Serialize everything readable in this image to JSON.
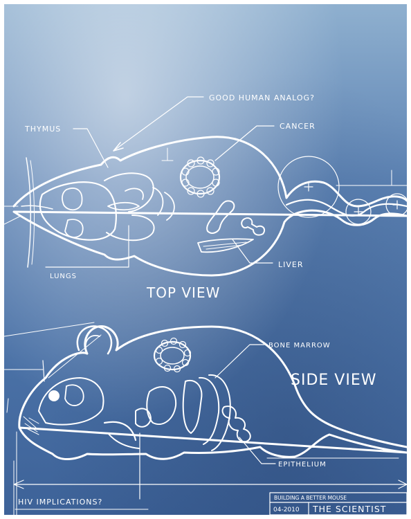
{
  "labels": {
    "good_human_analog": "GOOD HUMAN ANALOG?",
    "thymus": "THYMUS",
    "cancer": "CANCER",
    "lungs": "LUNGS",
    "liver": "LIVER",
    "top_view": "TOP VIEW",
    "bone_marrow": "BONE MARROW",
    "side_view": "SIDE VIEW",
    "epithelium": "EPITHELIUM",
    "hiv_implications": "HIV IMPLICATIONS?"
  },
  "title_block": {
    "project": "BUILDING A BETTER MOUSE",
    "date": "04-2010",
    "publication": "THE SCIENTIST"
  },
  "colors": {
    "background_top": "#8fb0cf",
    "background_bottom": "#3d6298",
    "linework": "#ffffff"
  }
}
